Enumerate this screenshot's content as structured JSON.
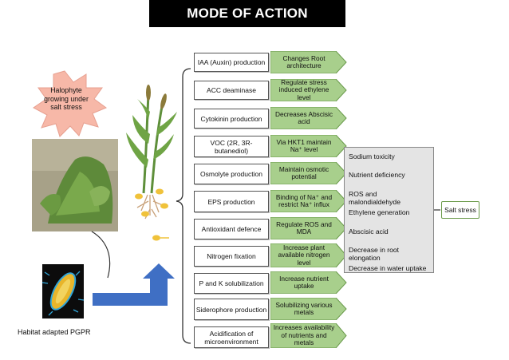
{
  "title": "MODE OF ACTION",
  "halophyte_label": "Halophyte growing under salt stress",
  "pgpr_label": "Habitat adapted PGPR",
  "mechanisms": [
    {
      "name": "IAA (Auxin) production",
      "effect": "Changes Root architecture"
    },
    {
      "name": "ACC deaminase",
      "effect": "Regulate stress induced ethylene level"
    },
    {
      "name": "Cytokinin production",
      "effect": "Decreases Abscisic acid"
    },
    {
      "name": "VOC (2R, 3R-butanediol)",
      "effect": "Via HKT1 maintain Na⁺ level"
    },
    {
      "name": "Osmolyte production",
      "effect": "Maintain osmotic potential"
    },
    {
      "name": "EPS production",
      "effect": "Binding of Na⁺ and restrict Na⁺ influx"
    },
    {
      "name": "Antioxidant defence",
      "effect": "Regulate ROS and MDA"
    },
    {
      "name": "Nitrogen fixation",
      "effect": "Increase plant available nitrogen level"
    },
    {
      "name": "P and K solubilization",
      "effect": "Increase nutrient uptake"
    },
    {
      "name": "Siderophore production",
      "effect": "Solubilizing various metals"
    },
    {
      "name": "Acidification of microenvironment",
      "effect": "Increases availability of nutrients and metals"
    }
  ],
  "stress_effects": [
    "Sodium toxicity",
    "Nutrient deficiency",
    "ROS and malondialdehyde",
    "Ethylene generation",
    "Abscisic acid",
    "Decrease in root elongation",
    "Decrease in water uptake"
  ],
  "salt_stress_label": "Salt stress",
  "colors": {
    "effect_fill": "#a8cf8c",
    "effect_border": "#6a9a4c",
    "arrow_blue": "#3f6fc4",
    "star_fill": "#f7b8a8"
  }
}
